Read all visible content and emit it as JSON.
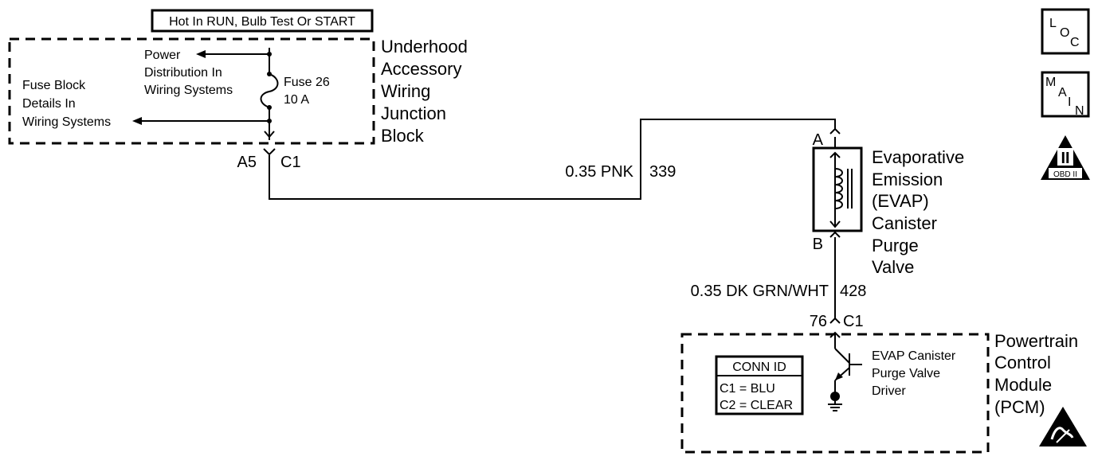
{
  "header": {
    "hot_label": "Hot In RUN, Bulb Test Or START"
  },
  "junction_block": {
    "name_lines": [
      "Underhood",
      "Accessory",
      "Wiring",
      "Junction",
      "Block"
    ],
    "power_ref_lines": [
      "Power",
      "Distribution In",
      "Wiring Systems"
    ],
    "fuse_ref_lines": [
      "Fuse Block",
      "Details In",
      "Wiring Systems"
    ],
    "fuse_lines": [
      "Fuse 26",
      "10 A"
    ],
    "connector_pin": "A5",
    "connector_id": "C1"
  },
  "wire_a": {
    "size_color": "0.35 PNK",
    "circuit": "339"
  },
  "valve": {
    "terminal_a": "A",
    "terminal_b": "B",
    "name_lines": [
      "Evaporative",
      "Emission",
      "(EVAP)",
      "Canister",
      "Purge",
      "Valve"
    ]
  },
  "wire_b": {
    "size_color": "0.35 DK GRN/WHT",
    "circuit": "428"
  },
  "pcm": {
    "connector_pin": "76",
    "connector_id": "C1",
    "name_lines": [
      "Powertrain",
      "Control",
      "Module",
      "(PCM)"
    ],
    "driver_lines": [
      "EVAP Canister",
      "Purge Valve",
      "Driver"
    ],
    "conn_id": {
      "title": "CONN ID",
      "rows": [
        "C1 = BLU",
        "C2 = CLEAR"
      ]
    }
  },
  "side_icons": {
    "loc": [
      "L",
      "O",
      "C"
    ],
    "main": [
      "M",
      "A",
      "I",
      "N"
    ],
    "obd": {
      "symbol": "II",
      "label": "OBD II"
    }
  },
  "icons": [
    "fuse-icon",
    "ground-icon",
    "transistor-icon",
    "esd-warning-icon",
    "obd-triangle-icon"
  ]
}
